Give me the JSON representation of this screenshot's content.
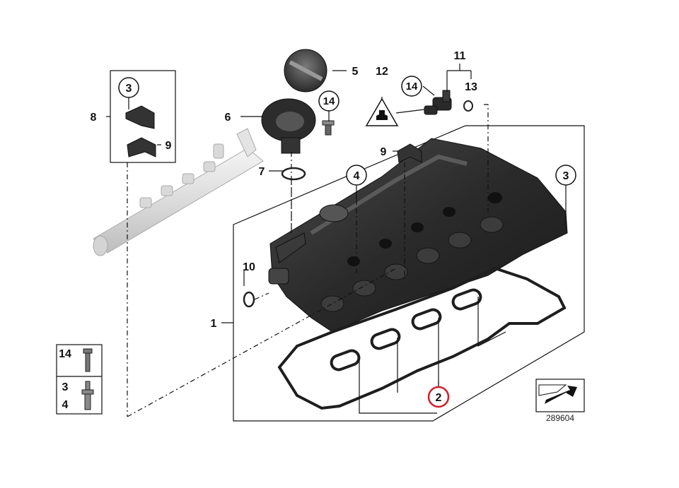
{
  "callouts": {
    "c1": "1",
    "c2": "2",
    "c3_top": "3",
    "c3_right": "3",
    "c3_box": "3",
    "c4_mid": "4",
    "c4_box": "4",
    "c5": "5",
    "c6": "6",
    "c7": "7",
    "c8": "8",
    "c9_left": "9",
    "c9_mid": "9",
    "c10": "10",
    "c11": "11",
    "c12": "12",
    "c13": "13",
    "c14_top": "14",
    "c14_sensor": "14",
    "c14_box": "14"
  },
  "diagram_ref": "289604",
  "icons": [
    "warning-triangle-icon",
    "viewing-direction-icon"
  ],
  "colors": {
    "highlight_circle": "#d0202a",
    "part_dark": "#2b2b2b",
    "part_light": "#e6e6e6"
  }
}
